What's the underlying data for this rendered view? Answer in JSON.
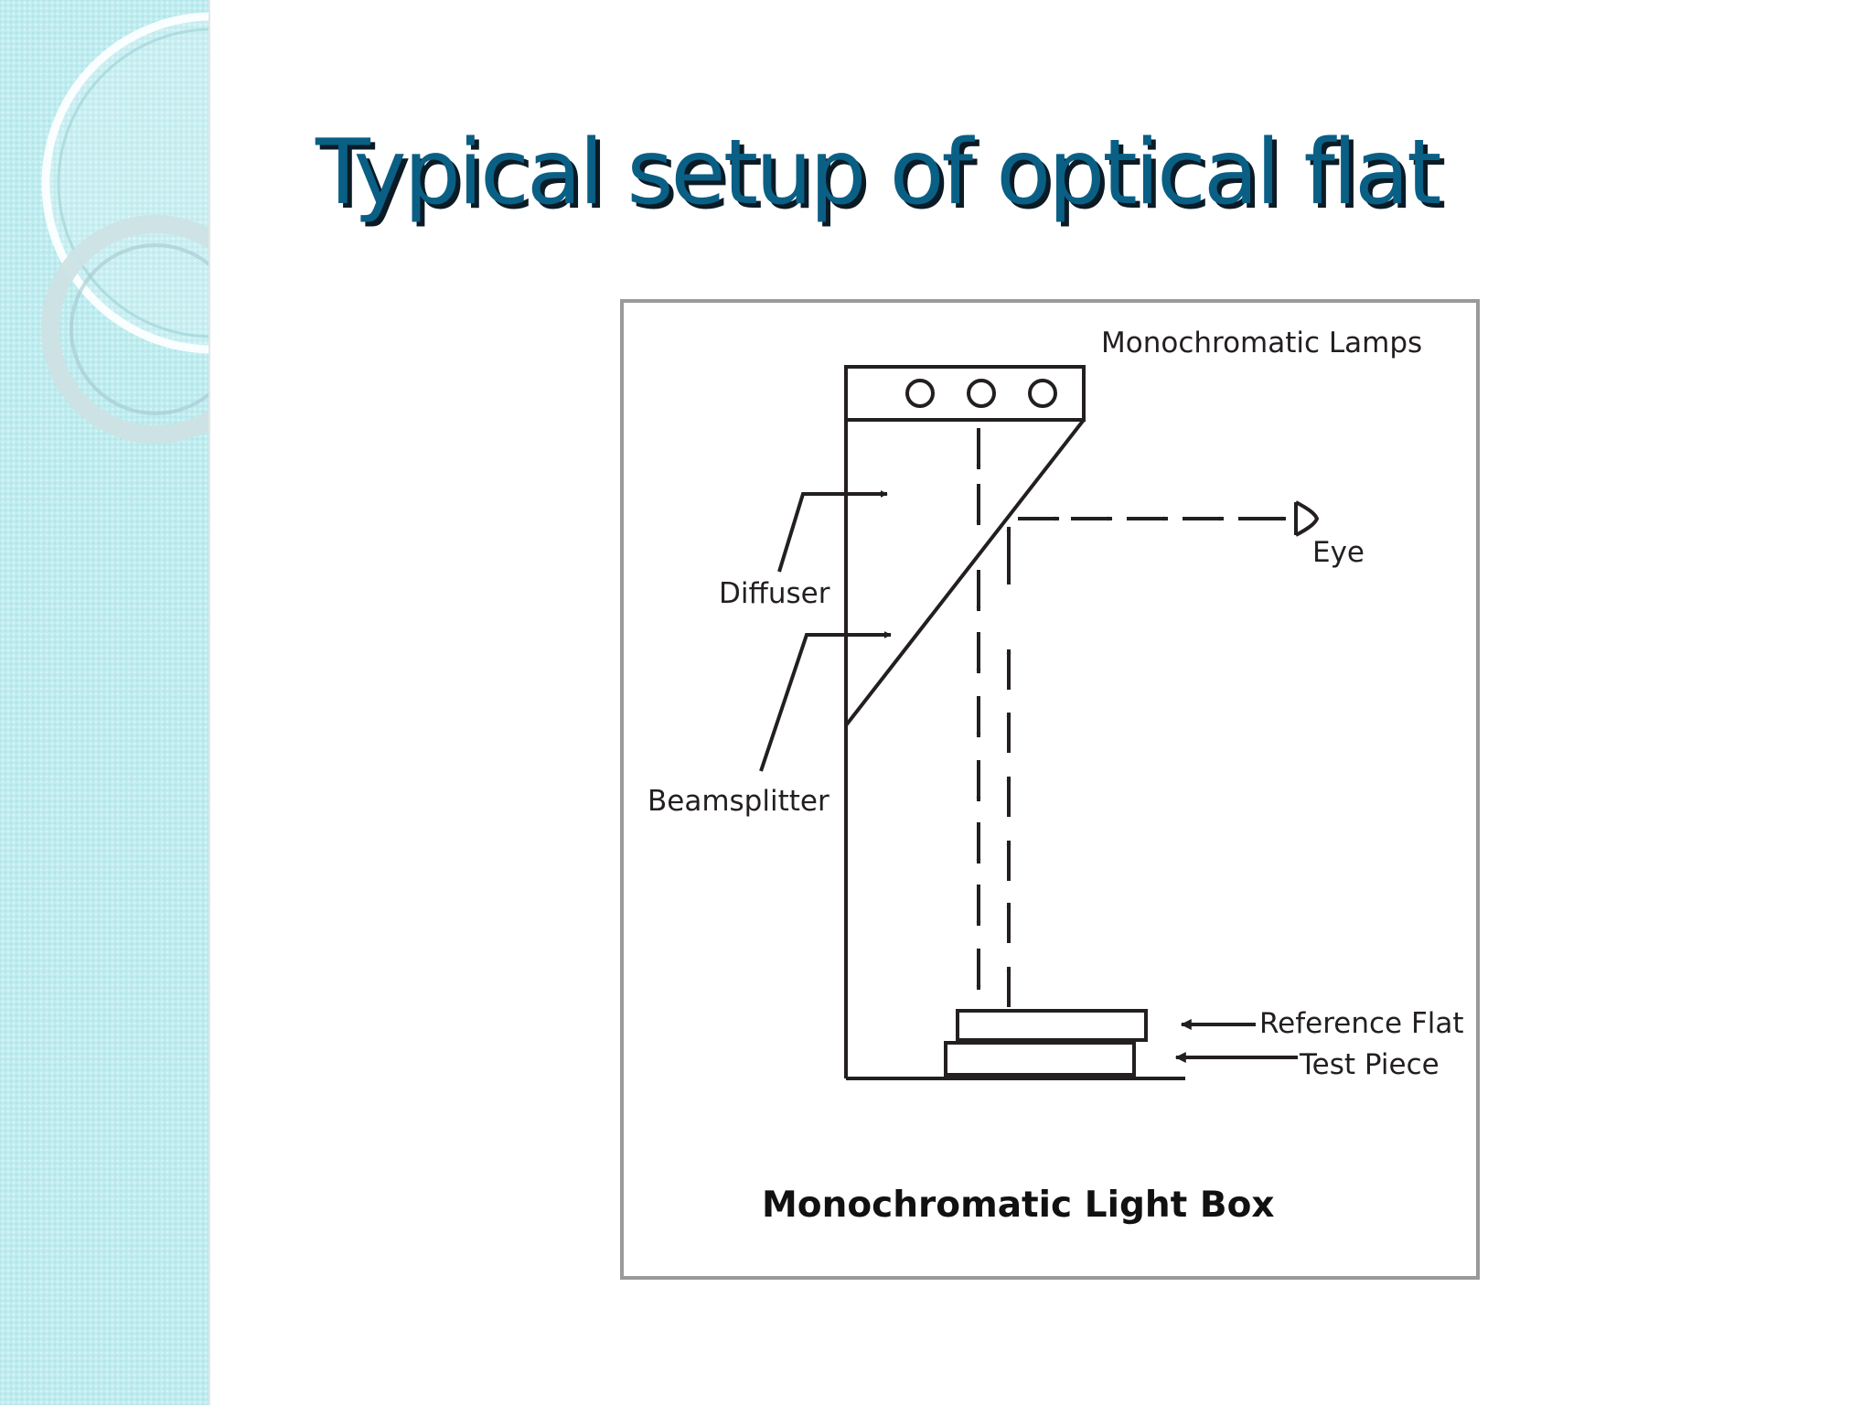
{
  "slide": {
    "title": "Typical setup of optical flat"
  },
  "diagram": {
    "labels": {
      "lamps": "Monochromatic Lamps",
      "eye": "Eye",
      "diffuser": "Diffuser",
      "beamsplitter": "Beamsplitter",
      "reference_flat": "Reference Flat",
      "test_piece": "Test Piece"
    },
    "caption": "Monochromatic Light Box"
  },
  "colors": {
    "title": "#0a5f85",
    "title_shadow": "#0b1b26",
    "side_panel": "#bfecef",
    "frame_border": "#9a9a9a",
    "diagram_ink": "#231f20"
  },
  "icons": {
    "eye": "eye-icon",
    "lamp": "lamp-circle-icon"
  }
}
